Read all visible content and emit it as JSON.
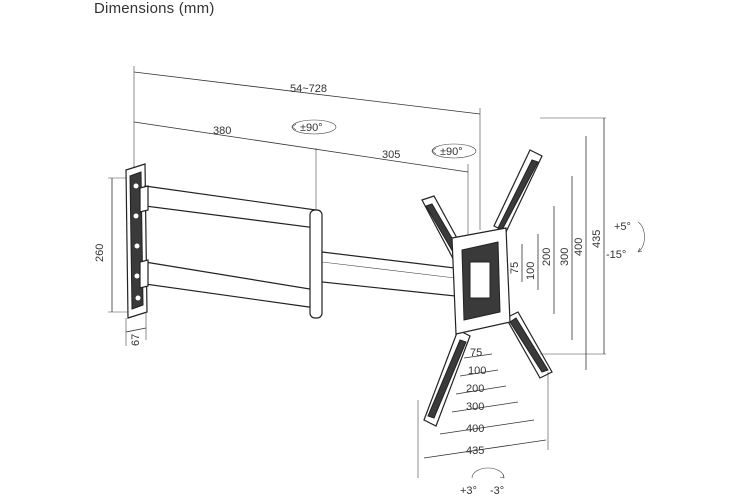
{
  "header": {
    "title": "Dimensions (mm)"
  },
  "dimensions": {
    "arm_extension": "54~728",
    "arm_first": "380",
    "arm_second": "305",
    "swivel_left": "±90°",
    "swivel_right": "±90°",
    "wall_plate_height": "260",
    "wall_plate_depth": "67",
    "vesa_vertical": [
      "75",
      "100",
      "200",
      "300",
      "400",
      "435"
    ],
    "vesa_horizontal": [
      "75",
      "100",
      "200",
      "300",
      "400",
      "435"
    ],
    "tilt_up": "+5°",
    "tilt_down": "-15°",
    "rotation_plus": "+3°",
    "rotation_minus": "-3°"
  }
}
